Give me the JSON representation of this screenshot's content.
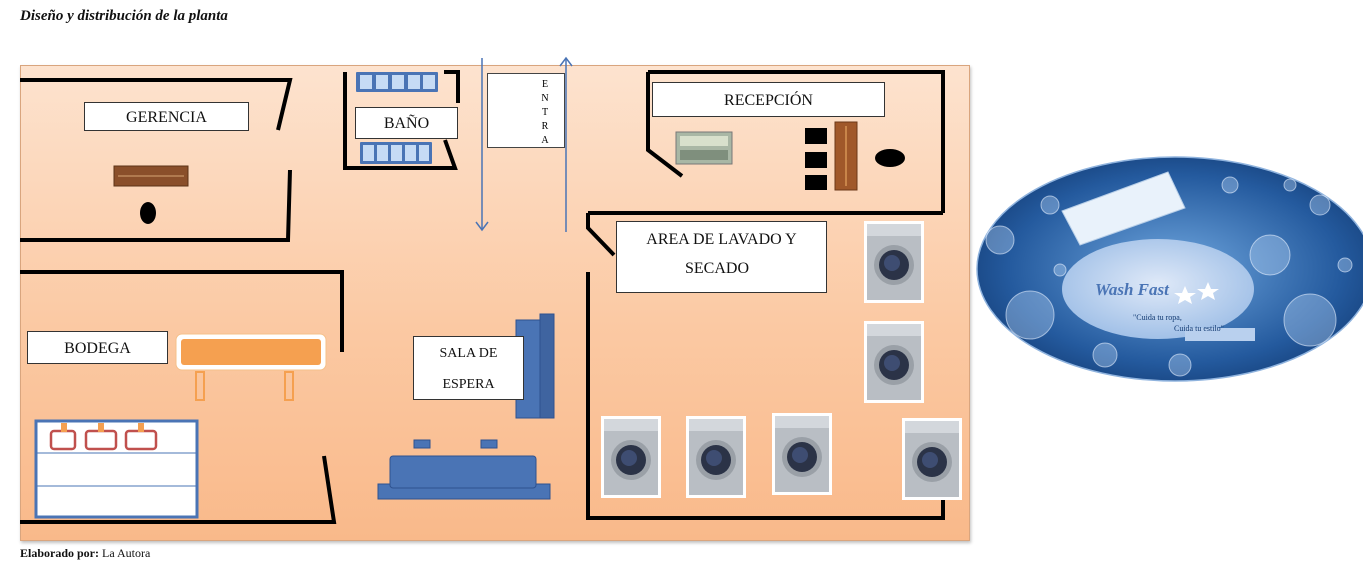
{
  "title": "Diseño y distribución de la planta",
  "footer": {
    "label": "Elaborado por:",
    "author": "La Autora"
  },
  "rooms": {
    "gerencia": "GERENCIA",
    "bano": "BAÑO",
    "entrada": "ENTRA",
    "recepcion": "RECEPCIÓN",
    "lavado_line1": "AREA DE LAVADO Y",
    "lavado_line2": "SECADO",
    "bodega": "BODEGA",
    "sala_line1": "SALA DE",
    "sala_line2": "ESPERA"
  },
  "logo": {
    "brand": "Wash Fast",
    "slogan_line1": "\"Cuida tu ropa,",
    "slogan_line2": "Cuida tu estilo\""
  },
  "colors": {
    "floor": "#fbc9a3",
    "wall": "#000000",
    "furniture_blue": "#4a74b5",
    "shelf_orange": "#f5a050",
    "logo_blue": "#1f4f8f"
  }
}
